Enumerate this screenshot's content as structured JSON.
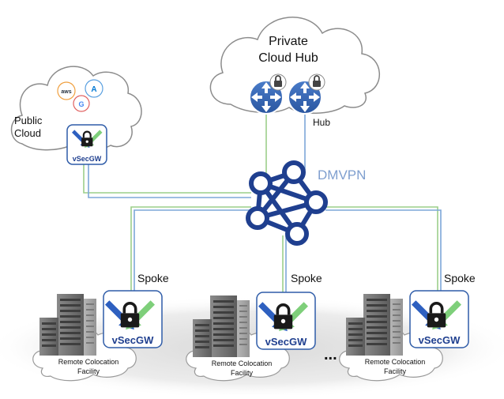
{
  "private_cloud": {
    "line1": "Private",
    "line2": "Cloud Hub"
  },
  "public_cloud": {
    "line1": "Public",
    "line2": "Cloud"
  },
  "providers": {
    "aws": "aws",
    "azure": "A",
    "gcp": "G"
  },
  "hub_label": "Hub",
  "dmvpn_label": "DMVPN",
  "public_gateway_label": "vSecGW",
  "spoke_label": "Spoke",
  "sites": [
    {
      "gateway_label": "vSecGW",
      "facility_line1": "Remote Colocation",
      "facility_line2": "Facility"
    },
    {
      "gateway_label": "vSecGW",
      "facility_line1": "Remote Colocation",
      "facility_line2": "Facility"
    },
    {
      "gateway_label": "vSecGW",
      "facility_line1": "Remote Colocation",
      "facility_line2": "Facility"
    }
  ],
  "ellipsis": "...",
  "colors": {
    "router_blue": "#2f5ca8",
    "dmvpn_navy": "#1f3f8f",
    "dmvpn_text": "#7f9fcf",
    "link_green": "#9ccf8a",
    "link_blue": "#7da7d8",
    "arrow_green": "#7ecf7a",
    "arrow_blue": "#2e60c0"
  }
}
